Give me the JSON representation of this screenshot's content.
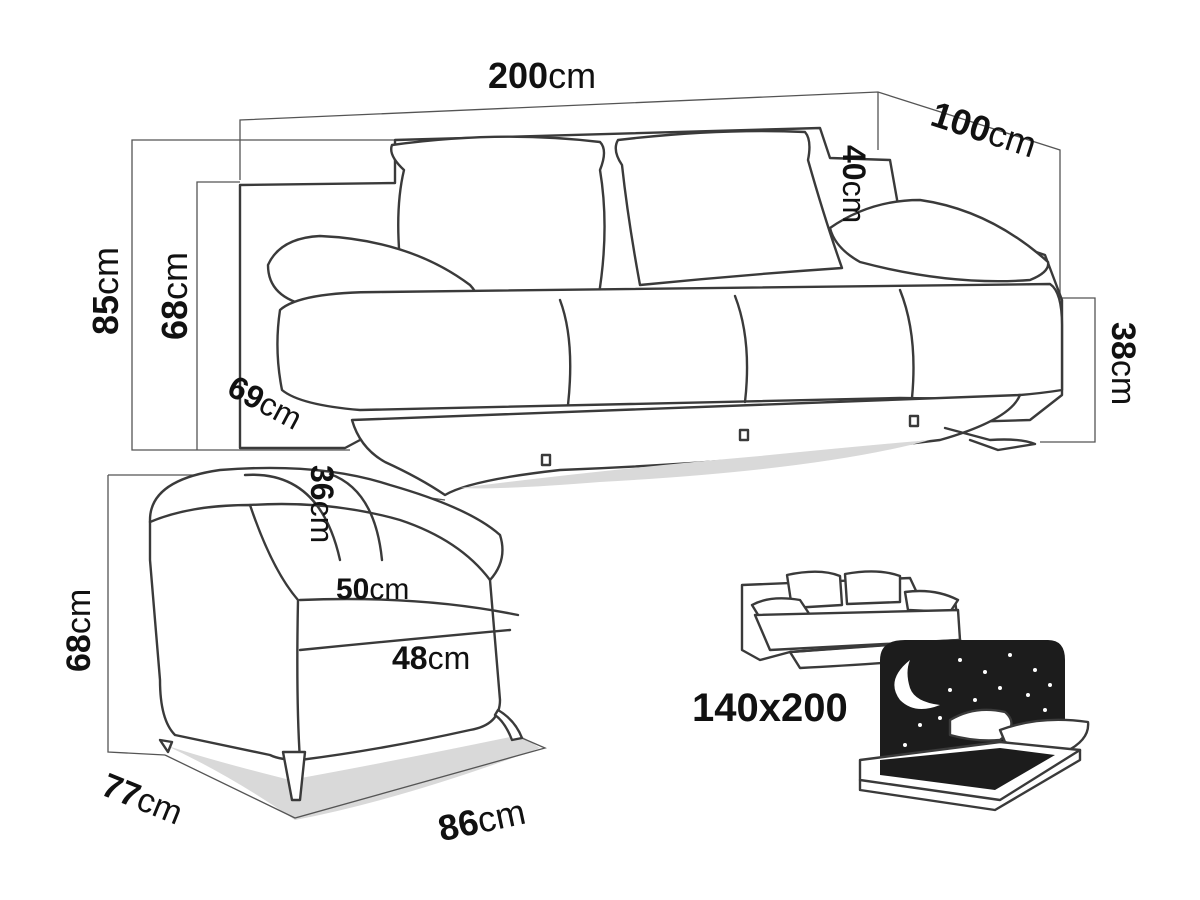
{
  "dimensions": {
    "sofa_width": {
      "value": "200",
      "unit": "cm"
    },
    "sofa_depth": {
      "value": "100",
      "unit": "cm"
    },
    "sofa_cushion_height": {
      "value": "40",
      "unit": "cm"
    },
    "sofa_total_height": {
      "value": "85",
      "unit": "cm"
    },
    "sofa_back_height": {
      "value": "68",
      "unit": "cm"
    },
    "sofa_seat_height": {
      "value": "38",
      "unit": "cm"
    },
    "sofa_seat_depth": {
      "value": "69",
      "unit": "cm"
    },
    "chair_back_height": {
      "value": "36",
      "unit": "cm"
    },
    "chair_seat_width": {
      "value": "50",
      "unit": "cm"
    },
    "chair_seat_depth": {
      "value": "48",
      "unit": "cm"
    },
    "chair_height": {
      "value": "68",
      "unit": "cm"
    },
    "chair_depth": {
      "value": "77",
      "unit": "cm"
    },
    "chair_width": {
      "value": "86",
      "unit": "cm"
    }
  },
  "bed_size": "140x200"
}
